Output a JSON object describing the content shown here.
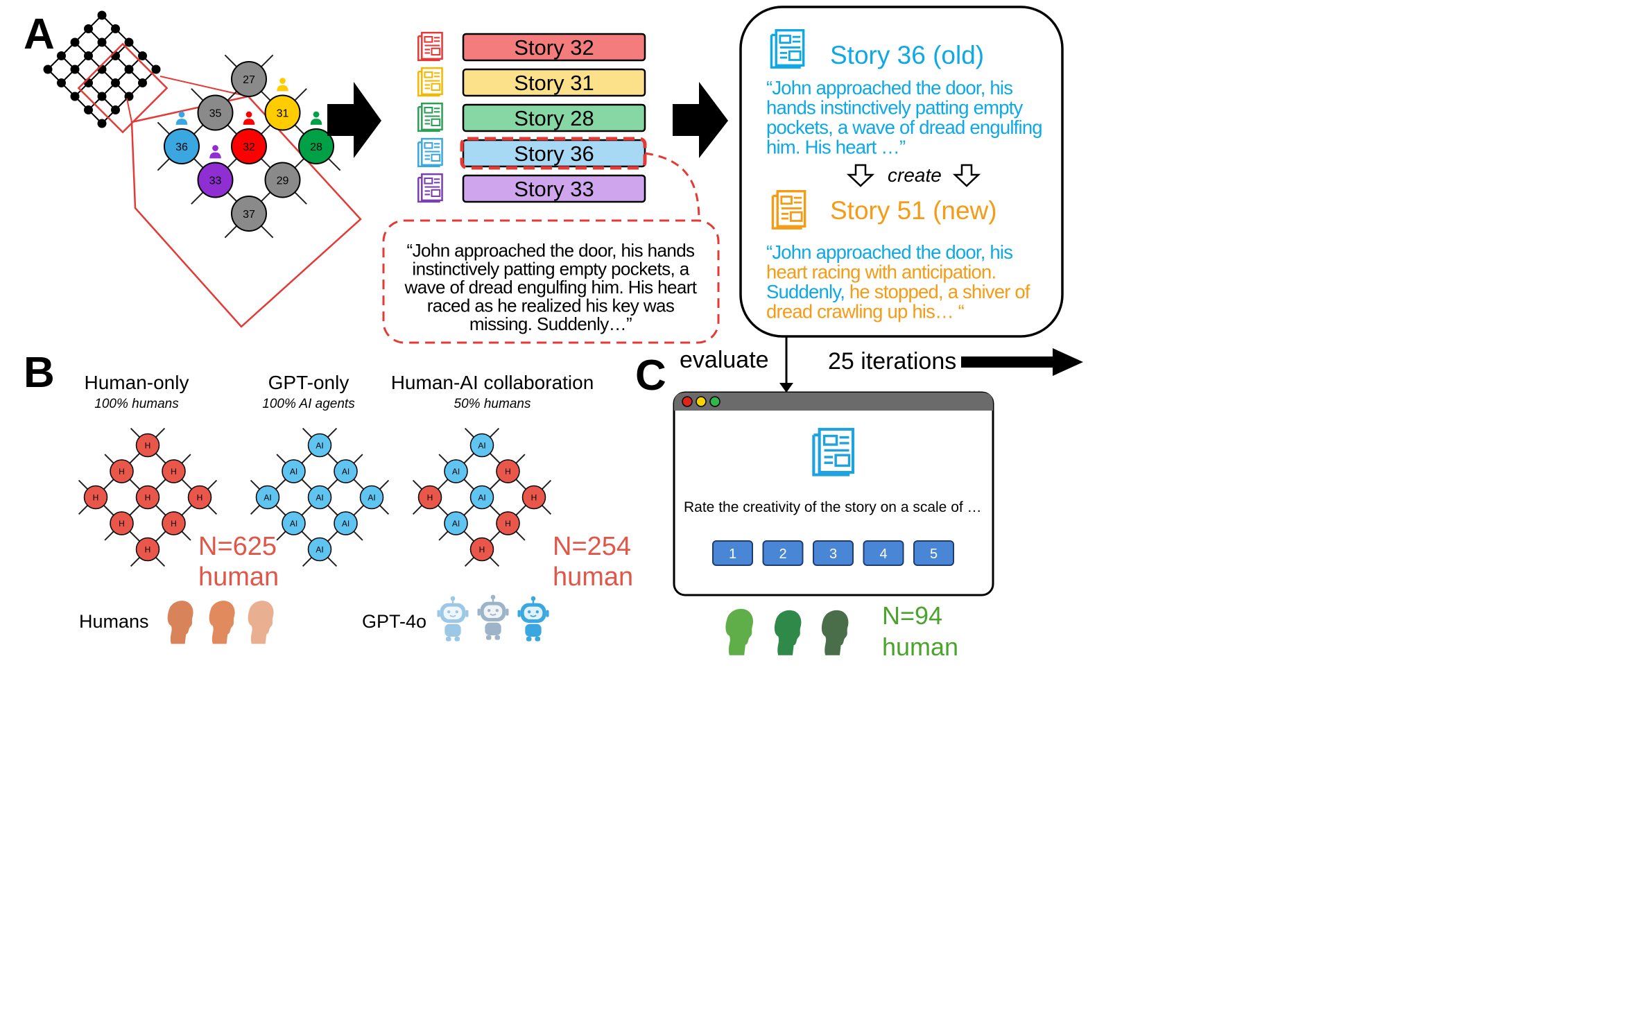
{
  "colors": {
    "red": "#ff0000",
    "yellow": "#ffcc00",
    "green": "#00a046",
    "blue": "#3aa7e0",
    "purple": "#8f2fd1",
    "gray": "#8a8a8a",
    "node_red": "#e9574b",
    "node_blue": "#5fc4f0",
    "cyan_text": "#0ea8e6",
    "orange_text": "#f59b16",
    "salmon_text": "#e0574a",
    "green_text": "#4aa32b",
    "button_blue": "#4a86d6"
  },
  "panel_a": {
    "label": "A",
    "zoom_nodes": [
      {
        "id": "27",
        "color": "gray",
        "person": false
      },
      {
        "id": "31",
        "color": "yellow",
        "person": true
      },
      {
        "id": "28",
        "color": "green",
        "person": true
      },
      {
        "id": "35",
        "color": "gray",
        "person": false
      },
      {
        "id": "32",
        "color": "red",
        "person": true
      },
      {
        "id": "29",
        "color": "gray",
        "person": false
      },
      {
        "id": "36",
        "color": "blue",
        "person": true
      },
      {
        "id": "33",
        "color": "purple",
        "person": true
      },
      {
        "id": "37",
        "color": "gray",
        "person": false
      }
    ],
    "stories": [
      {
        "label": "Story 32",
        "fill": "#f47c7c",
        "icon": "#e53935"
      },
      {
        "label": "Story 31",
        "fill": "#fde08a",
        "icon": "#f5b800"
      },
      {
        "label": "Story 28",
        "fill": "#86d7a4",
        "icon": "#2e9e57"
      },
      {
        "label": "Story 36",
        "fill": "#a8d9f4",
        "icon": "#3aa7e0",
        "selected": true
      },
      {
        "label": "Story 33",
        "fill": "#cfa6ee",
        "icon": "#7b3fb0"
      }
    ],
    "quote": "“John approached the door, his hands instinctively patting empty pockets, a wave of dread engulfing him. His heart raced as he realized his key was missing. Suddenly…”",
    "quote_lines": [
      "“John approached the door, his hands",
      "instinctively patting empty pockets, a",
      "wave of dread engulfing him. His heart",
      "raced as he realized his key was",
      "missing. Suddenly…”"
    ],
    "old_story_title": "Story 36 (old)",
    "old_story_lines": [
      "“John approached the door, his",
      "hands instinctively patting empty",
      "pockets, a wave of dread engulfing",
      "him. His heart …”"
    ],
    "create_label": "create",
    "new_story_title": "Story 51 (new)",
    "new_story_lines": [
      [
        {
          "t": "“John approached the door, his",
          "c": "cyan"
        }
      ],
      [
        {
          "t": "heart racing with anticipation.",
          "c": "orange"
        }
      ],
      [
        {
          "t": "Suddenly, ",
          "c": "cyan"
        },
        {
          "t": "he stopped, a shiver of",
          "c": "orange"
        }
      ],
      [
        {
          "t": "dread crawling up his… “",
          "c": "orange"
        }
      ]
    ]
  },
  "panel_b": {
    "label": "B",
    "conditions": [
      {
        "title": "Human-only",
        "subtitle": "100% humans",
        "nodes": [
          "H",
          "H",
          "H",
          "H",
          "H",
          "H",
          "H",
          "H",
          "H"
        ]
      },
      {
        "title": "GPT-only",
        "subtitle": "100% AI agents",
        "nodes": [
          "AI",
          "AI",
          "AI",
          "AI",
          "AI",
          "AI",
          "AI",
          "AI",
          "AI"
        ]
      },
      {
        "title": "Human-AI collaboration",
        "subtitle": "50% humans",
        "nodes": [
          "AI",
          "H",
          "H",
          "AI",
          "AI",
          "H",
          "H",
          "AI",
          "H"
        ]
      }
    ],
    "n_human_only": [
      "N=625",
      "human"
    ],
    "n_collab": [
      "N=254",
      "human"
    ],
    "humans_label": "Humans",
    "gpt_label": "GPT-4o"
  },
  "panel_c": {
    "label": "C",
    "evaluate_label": "evaluate",
    "iterations_label": "25 iterations",
    "prompt": "Rate the creativity of the story on a scale of …",
    "ratings": [
      "1",
      "2",
      "3",
      "4",
      "5"
    ],
    "n_raters": [
      "N=94",
      "human"
    ]
  }
}
